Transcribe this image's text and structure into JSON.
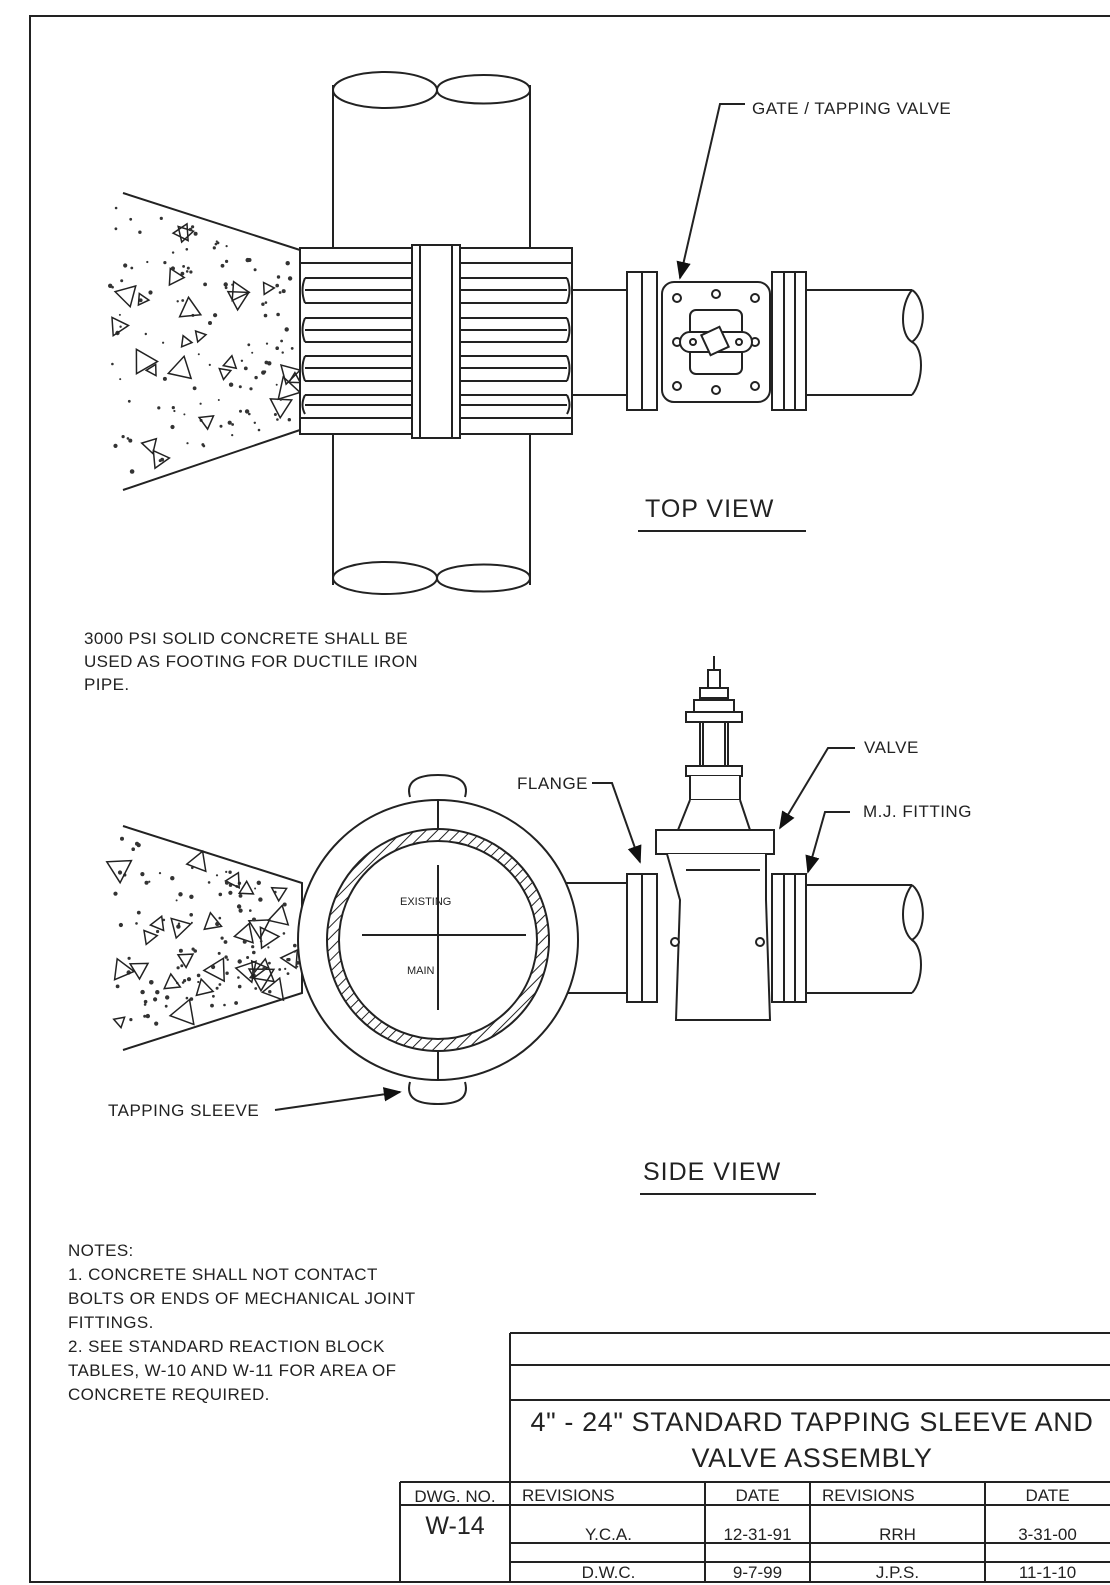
{
  "labels": {
    "gate_valve": "GATE / TAPPING VALVE",
    "top_view": "TOP VIEW",
    "side_view": "SIDE VIEW",
    "flange": "FLANGE",
    "valve": "VALVE",
    "mj_fitting": "M.J. FITTING",
    "tapping_sleeve": "TAPPING SLEEVE",
    "existing": "EXISTING",
    "main": "MAIN"
  },
  "concrete_note": [
    "3000 PSI SOLID CONCRETE SHALL BE",
    "USED AS FOOTING FOR DUCTILE IRON",
    "PIPE."
  ],
  "notes": [
    "NOTES:",
    "1. CONCRETE SHALL NOT CONTACT",
    "BOLTS OR ENDS OF MECHANICAL JOINT",
    "FITTINGS.",
    "2. SEE STANDARD REACTION BLOCK",
    "TABLES, W-10 AND W-11 FOR AREA OF",
    "CONCRETE REQUIRED."
  ],
  "title_block": {
    "title_line1": "4\" - 24\" STANDARD TAPPING SLEEVE AND",
    "title_line2": "VALVE ASSEMBLY",
    "dwg_no_label": "DWG. NO.",
    "dwg_no": "W-14",
    "headers": [
      "REVISIONS",
      "DATE",
      "REVISIONS",
      "DATE"
    ],
    "rows": [
      [
        "Y.C.A.",
        "12-31-91",
        "RRH",
        "3-31-00"
      ],
      [
        "D.W.C.",
        "9-7-99",
        "J.P.S.",
        "11-1-10"
      ]
    ]
  }
}
